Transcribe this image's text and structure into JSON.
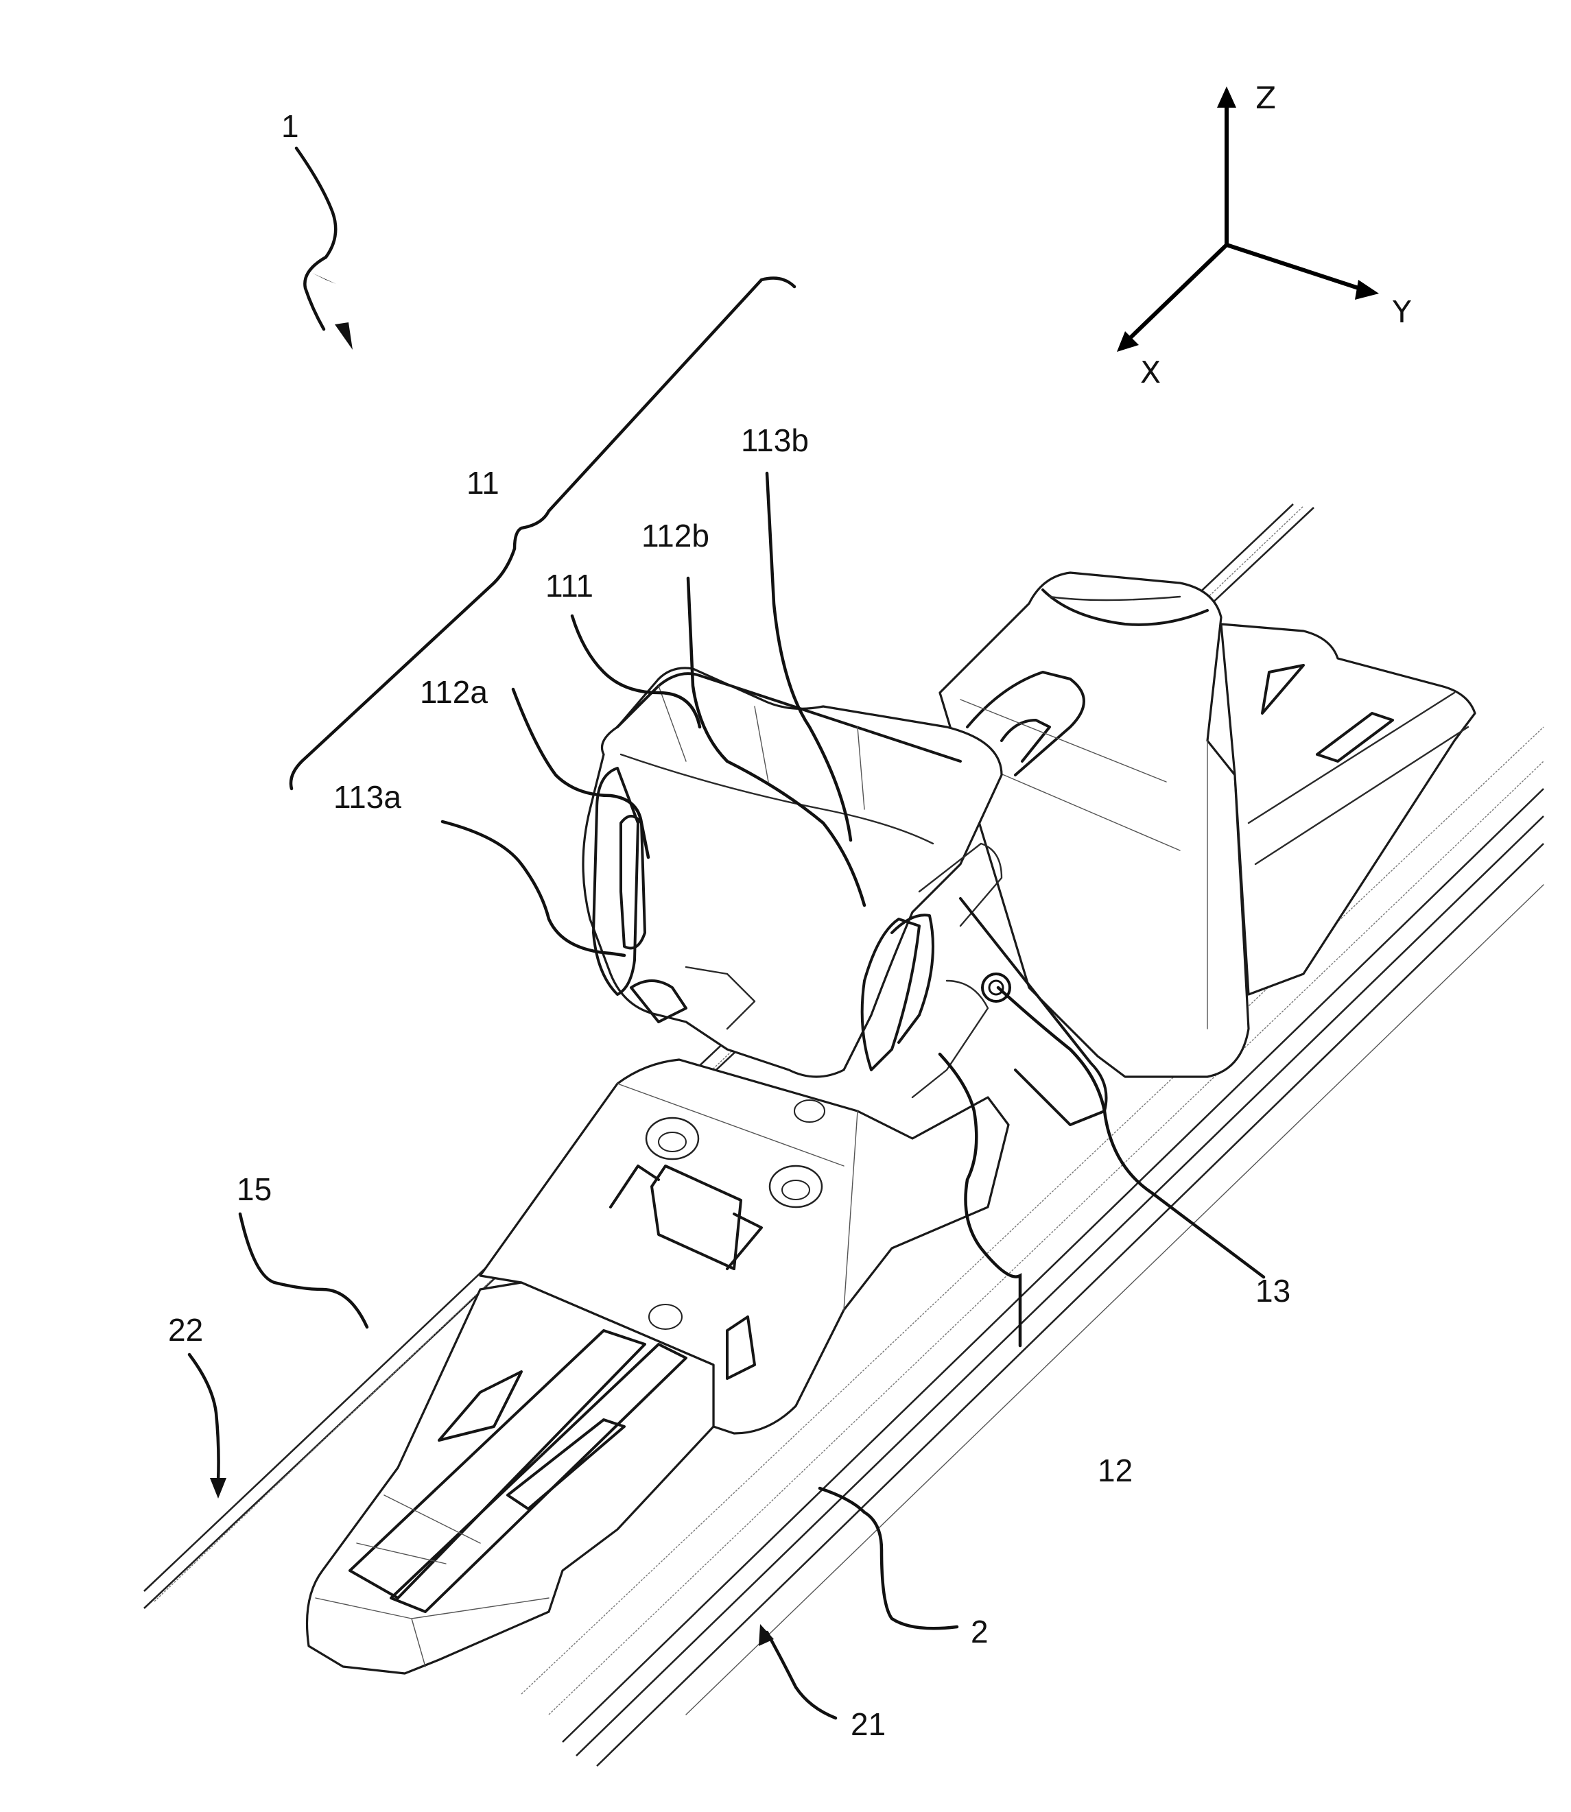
{
  "figure": {
    "axes": {
      "z": "Z",
      "y": "Y",
      "x": "X"
    },
    "reference_numerals": {
      "device": "1",
      "front_unit_bracket": "11",
      "lever": "111",
      "part_112a": "112a",
      "part_112b": "112b",
      "part_113a": "113a",
      "part_113b": "113b",
      "base_plate": "12",
      "pin": "13",
      "toe_plate": "15",
      "ski": "2",
      "ski_edge_21": "21",
      "ski_edge_22": "22"
    }
  }
}
